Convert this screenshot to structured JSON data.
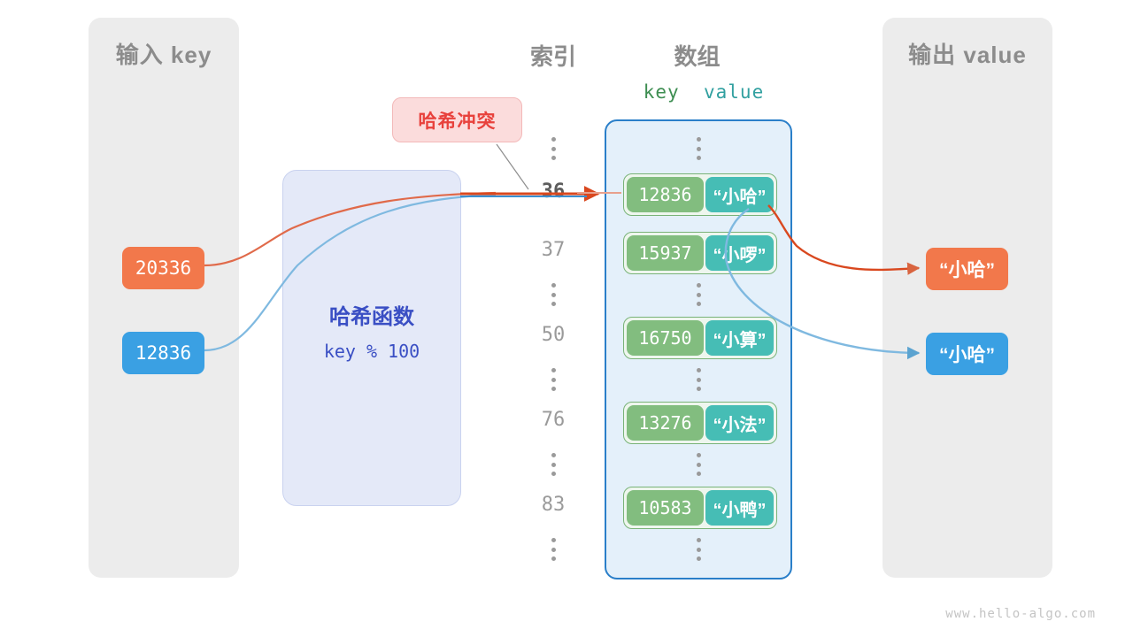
{
  "panels": {
    "input": {
      "title": "输入 key"
    },
    "output": {
      "title": "输出 value"
    }
  },
  "columns": {
    "index_title": "索引",
    "array_title": "数组",
    "key_header": "key",
    "value_header": "value"
  },
  "hash_function": {
    "name": "哈希函数",
    "expression": "key % 100"
  },
  "collision": {
    "label": "哈希冲突"
  },
  "input_keys": [
    {
      "text": "20336",
      "color": "#f2784b"
    },
    {
      "text": "12836",
      "color": "#3aa0e3"
    }
  ],
  "output_values": [
    {
      "text": "“小哈”",
      "color": "#f2784b"
    },
    {
      "text": "“小哈”",
      "color": "#3aa0e3"
    }
  ],
  "indices": [
    {
      "label": "36",
      "active": true
    },
    {
      "label": "37",
      "active": false
    },
    {
      "label": "50",
      "active": false
    },
    {
      "label": "76",
      "active": false
    },
    {
      "label": "83",
      "active": false
    }
  ],
  "array_rows": [
    {
      "key": "12836",
      "value": "“小哈”"
    },
    {
      "key": "15937",
      "value": "“小啰”"
    },
    {
      "key": "16750",
      "value": "“小算”"
    },
    {
      "key": "13276",
      "value": "“小法”"
    },
    {
      "key": "10583",
      "value": "“小鸭”"
    }
  ],
  "watermark": "www.hello-algo.com",
  "colors": {
    "panel_bg": "#ececec",
    "array_bg": "#e4f0fa",
    "array_border": "#2a7fc9",
    "cell_key": "#82bd7f",
    "cell_value": "#46bdb5",
    "hash_bg": "#e4e9f8",
    "hash_text": "#3a4fc4",
    "collision_bg": "#fbdcdc",
    "collision_text": "#e8413c",
    "orange": "#f2784b",
    "blue": "#3aa0e3"
  }
}
